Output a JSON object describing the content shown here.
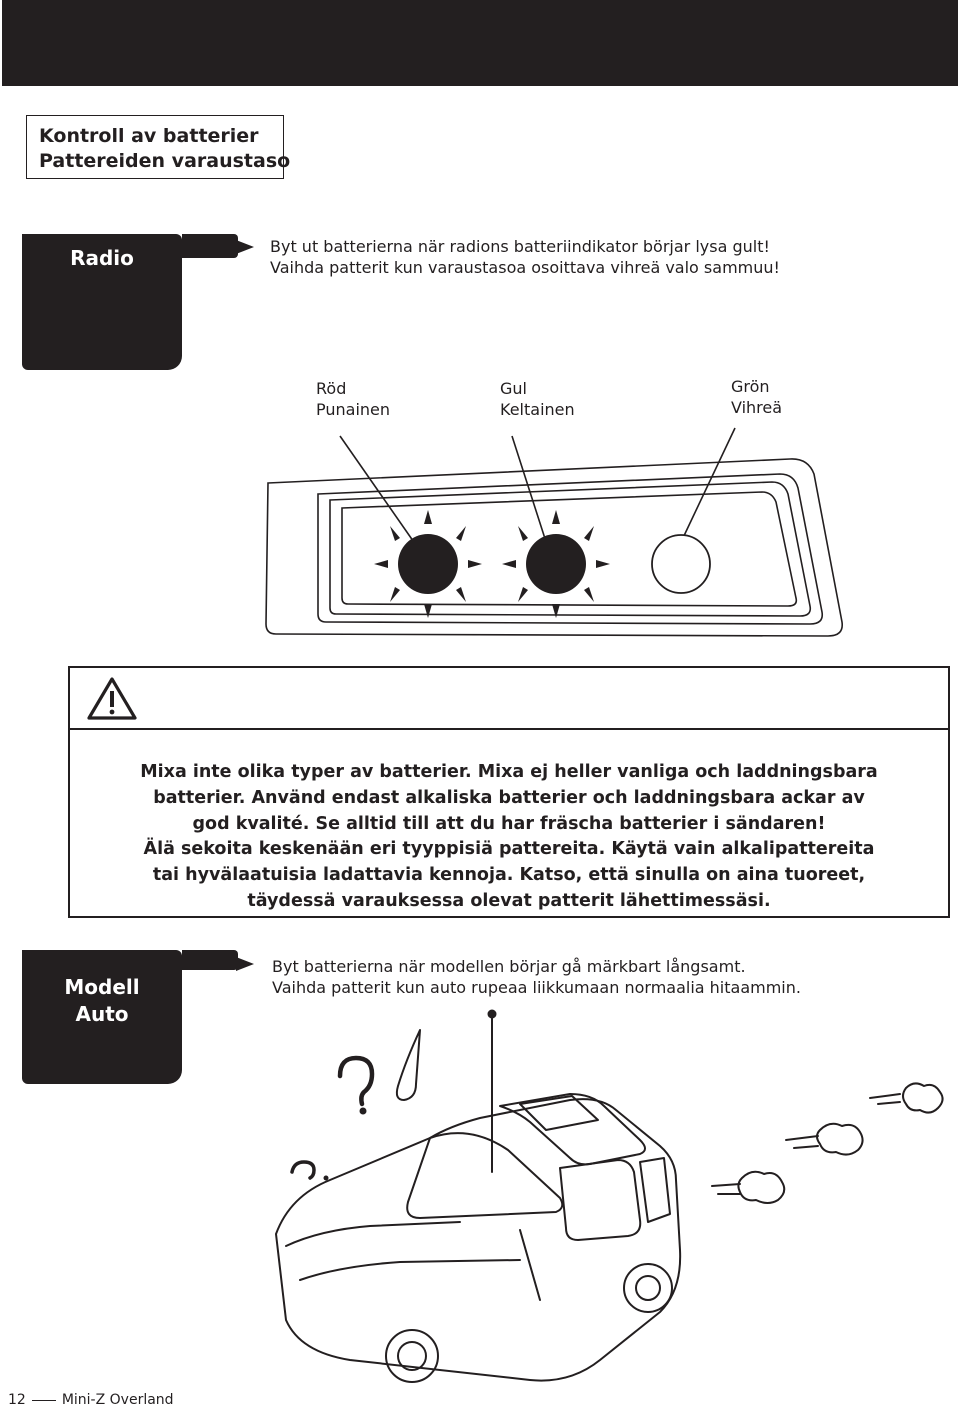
{
  "title": {
    "lines": [
      "Kontroll av batterier",
      "Pattereiden varaustaso"
    ]
  },
  "radio_section": {
    "tab_label": "Radio",
    "instructions": [
      "Byt ut batterierna när radions batteriindikator börjar lysa gult!",
      "Vaihda patterit kun varaustasoa osoittava vihreä valo sammuu!"
    ],
    "led_labels": [
      {
        "lines": [
          "Röd",
          "Punainen"
        ],
        "state": "lit"
      },
      {
        "lines": [
          "Gul",
          "Keltainen"
        ],
        "state": "lit"
      },
      {
        "lines": [
          "Grön",
          "Vihreä"
        ],
        "state": "off"
      }
    ]
  },
  "warning": {
    "icon": "warning-triangle-icon",
    "lines": [
      "Mixa inte olika typer av batterier. Mixa ej heller vanliga och laddningsbara",
      "batterier. Använd endast alkaliska batterier och laddningsbara ackar av",
      "god kvalité. Se alltid till att du har fräscha batterier i sändaren!",
      "Älä sekoita keskenään eri tyyppisiä pattereita. Käytä vain alkalipattereita",
      "tai hyvälaatuisia ladattavia kennoja. Katso, että sinulla on aina tuoreet,",
      "täydessä varauksessa olevat patterit lähettimessäsi."
    ]
  },
  "model_section": {
    "tab_lines": [
      "Modell",
      "Auto"
    ],
    "instructions": [
      "Byt batterierna när modellen börjar gå märkbart långsamt.",
      "Vaihda patterit kun auto rupeaa liikkumaan normaalia hitaammin."
    ],
    "illustration_icon": "slow-car-icon"
  },
  "footer": {
    "page_number": "12",
    "product": "Mini-Z Overland"
  },
  "colors": {
    "ink": "#231f20",
    "paper": "#ffffff"
  }
}
